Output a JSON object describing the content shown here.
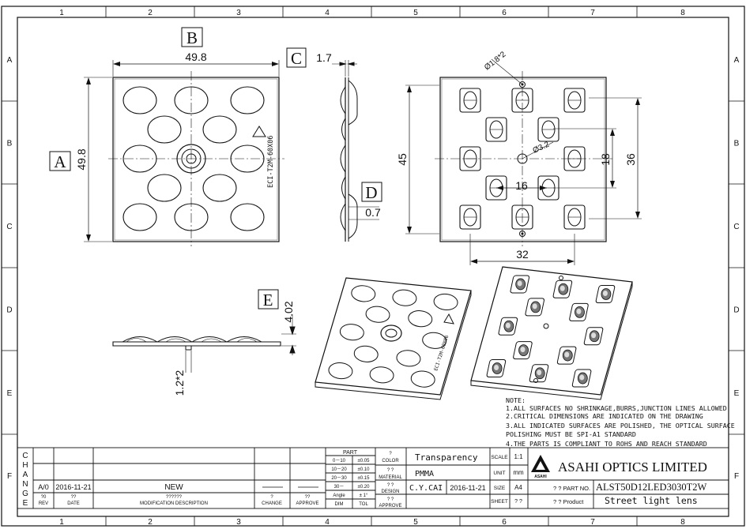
{
  "frame": {
    "columns": [
      "1",
      "2",
      "3",
      "4",
      "5",
      "6",
      "7",
      "8"
    ],
    "rows": [
      "A",
      "B",
      "C",
      "D",
      "E",
      "F"
    ]
  },
  "views": {
    "B": {
      "label": "B",
      "width_dim": "49.8",
      "height_dim": "49.8",
      "engraving": "ECI-T2M-60X06"
    },
    "A": {
      "label": "A"
    },
    "C": {
      "label": "C",
      "dim": "1.7"
    },
    "D": {
      "label": "D",
      "dim": "0.7"
    },
    "back": {
      "hole_dim": "Ø1.8*2",
      "center_dim": "Ø3.2",
      "dim_45": "45",
      "dim_36": "36",
      "dim_18": "18",
      "dim_16": "16",
      "dim_32": "32"
    },
    "E": {
      "label": "E",
      "height_dim": "4.02",
      "pin_dim": "1.2*2"
    },
    "iso_front": {
      "engraving": "ECI-T2M-60X06"
    }
  },
  "notes": {
    "title": "NOTE:",
    "lines": [
      "1.ALL SURFACES NO SHRINKAGE,BURRS,JUNCTION LINES ALLOWED",
      "2.CRITICAL DIMENSIONS ARE INDICATED ON THE DRAWING",
      "3.ALL INDICATED SURFACES ARE POLISHED, THE OPTICAL SURFACE",
      "POLISHING MUST BE SPI-A1 STANDARD",
      "4.THE PARTS IS COMPLIANT TO ROHS AND REACH STANDARD"
    ]
  },
  "title_block": {
    "change_letters": [
      "C",
      "H",
      "A",
      "N",
      "G",
      "E"
    ],
    "rev_value": "A/0",
    "date_value": "2016-11-21",
    "desc_value": "NEW",
    "h_rev_top": "?0",
    "h_rev": "REV",
    "h_date_top": "?? ",
    "h_date": "DATE",
    "h_desc_top": "??????",
    "h_desc": "MODIFICATION DESCRIPTION",
    "h_change_top": "?",
    "h_change": "CHANGE",
    "h_approve_top": "??",
    "h_approve": "APPROVE",
    "part_header": "PART",
    "tolerance_rows": [
      {
        "range": "0－10",
        "tol": "±0.05"
      },
      {
        "range": "10－20",
        "tol": "±0.10"
      },
      {
        "range": "20－30",
        "tol": "±0.15"
      },
      {
        "range": "30－",
        "tol": "±0.20"
      },
      {
        "range": "Angle",
        "tol": "± 1°"
      }
    ],
    "h_dim": "DIM",
    "h_tol": "TOL",
    "color_top": "?",
    "color_label": "COLOR",
    "material_top": "? ?",
    "material_label": "MATERIAL",
    "design_top": "? ?",
    "design_label": "DESIGN",
    "approve2_top": "? ?",
    "approve2_label": "APPROVE",
    "color_value": "Transparency",
    "material_value": "PMMA",
    "designer": "C.Y.CAI",
    "design_date": "2016-11-21",
    "scale_label": "SCALE",
    "scale_value": "1:1",
    "unit_label": "UNIT",
    "unit_value": "mm",
    "size_label": "SIZE",
    "size_value": "A4",
    "sheet_label": "SHEET",
    "sheet_value": "? ?",
    "company": "ASAHI OPTICS LIMITED",
    "logo_text": "ASAHI",
    "part_no_label": "? ? PART NO.",
    "part_no": "ALST50D12LED3030T2W",
    "product_label": "? ? Product",
    "product": "Street light lens"
  }
}
